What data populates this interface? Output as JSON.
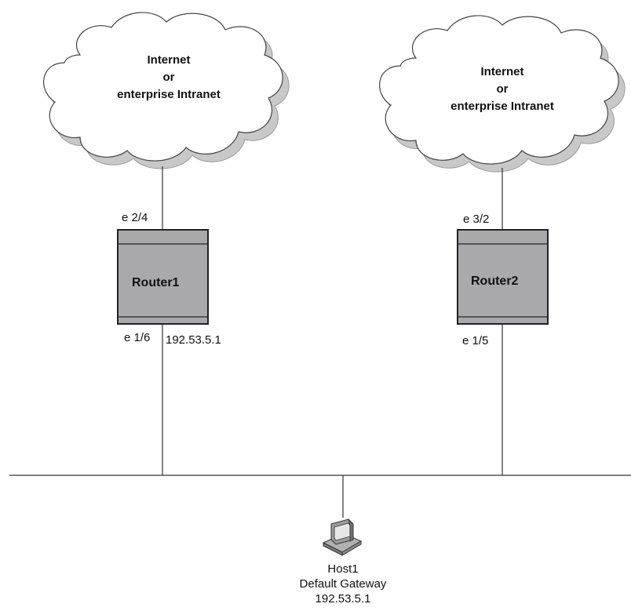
{
  "clouds": [
    {
      "line1": "Internet",
      "line2": "or",
      "line3": "enterprise Intranet"
    },
    {
      "line1": "Internet",
      "line2": "or",
      "line3": "enterprise Intranet"
    }
  ],
  "routers": [
    {
      "name": "Router1",
      "upper_port": "e 2/4",
      "lower_port": "e 1/6",
      "lower_ip": "192.53.5.1"
    },
    {
      "name": "Router2",
      "upper_port": "e 3/2",
      "lower_port": "e 1/5"
    }
  ],
  "host": {
    "name": "Host1",
    "gateway_label": "Default Gateway",
    "gateway_ip": "192.53.5.1"
  },
  "colors": {
    "router_fill": "#a9a9ab",
    "router_stroke": "#222222",
    "cloud_fill": "#ffffff",
    "cloud_shadow": "#c8c8c8",
    "line": "#333333"
  }
}
